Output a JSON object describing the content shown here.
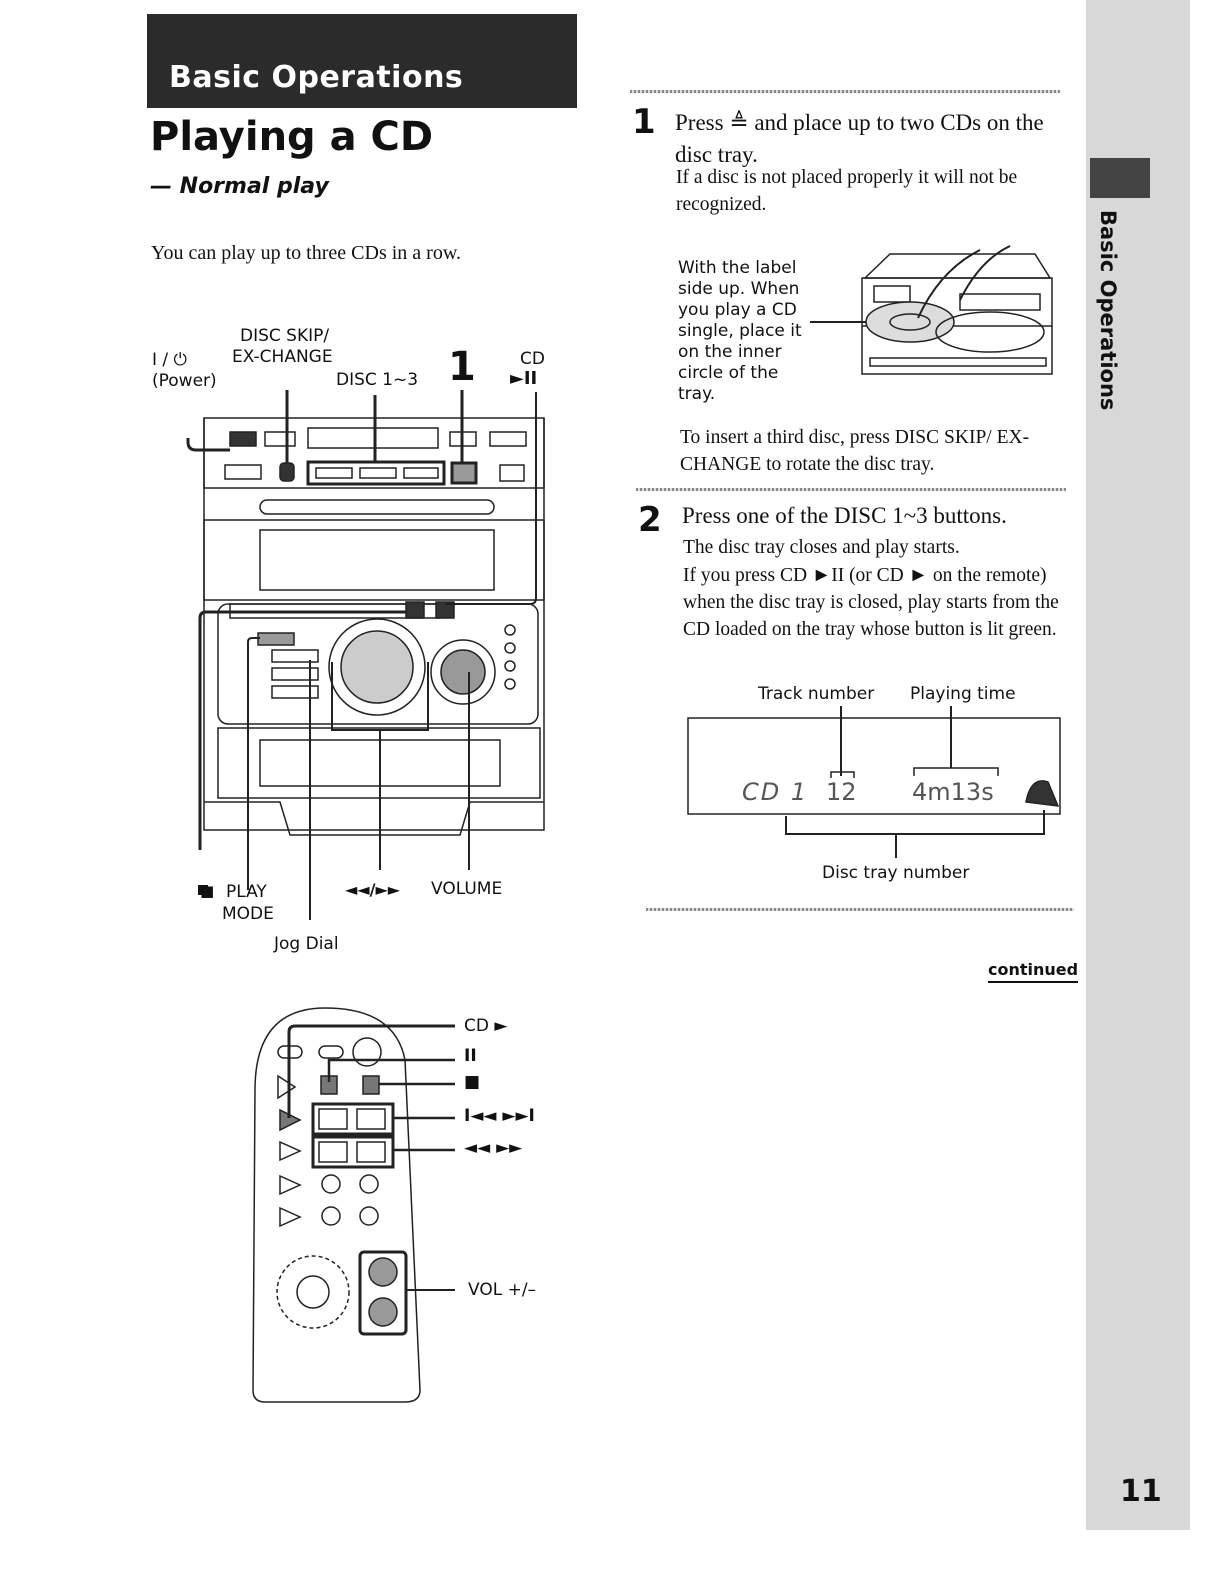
{
  "header": {
    "section": "Basic Operations",
    "title": "Playing a CD",
    "subtitle": "— Normal play",
    "intro": "You can play up to three CDs in a row."
  },
  "side_tab": "Basic Operations",
  "main_unit": {
    "power_label_1": "I / ⏻",
    "power_label_2": "(Power)",
    "disc_skip_1": "DISC SKIP/",
    "disc_skip_2": "EX-CHANGE",
    "disc_1_3": "DISC 1~3",
    "step_marker": "1",
    "cd_label": "CD",
    "cd_play_pause": "►II",
    "stop_icon": "■",
    "play_mode_1": "PLAY",
    "play_mode_2": "MODE",
    "skip_label": "◄◄/►►",
    "volume_label": "VOLUME",
    "jog_dial_label": "Jog Dial"
  },
  "remote": {
    "cd_play": "CD ►",
    "pause": "II",
    "stop": "■",
    "prev_next": "I◄◄  ►►I",
    "rew_ff": "◄◄  ►►",
    "vol": "VOL +/–"
  },
  "step1": {
    "num": "1",
    "title_a": "Press ",
    "eject_icon": "≜",
    "title_b": " and place up to two CDs on the disc tray.",
    "note": "If a disc is not placed properly it will not be recognized.",
    "label_note": "With the label side up. When you play a CD single, place it on the inner circle of the tray.",
    "third_disc": "To insert a third disc, press DISC SKIP/ EX-CHANGE to rotate the disc tray."
  },
  "step2": {
    "num": "2",
    "title": "Press one of the DISC 1~3 buttons.",
    "body1": "The disc tray closes and play starts.",
    "body2": "If you press CD ►II (or CD ► on the remote) when the disc tray is closed, play starts from the CD loaded on the tray whose button is lit green.",
    "track_number": "Track number",
    "playing_time": "Playing time",
    "disc_tray_number": "Disc tray number",
    "display_cd": "CD 1",
    "display_track": "12",
    "display_time": "4m13s"
  },
  "continued": "continued",
  "page_number": "11"
}
